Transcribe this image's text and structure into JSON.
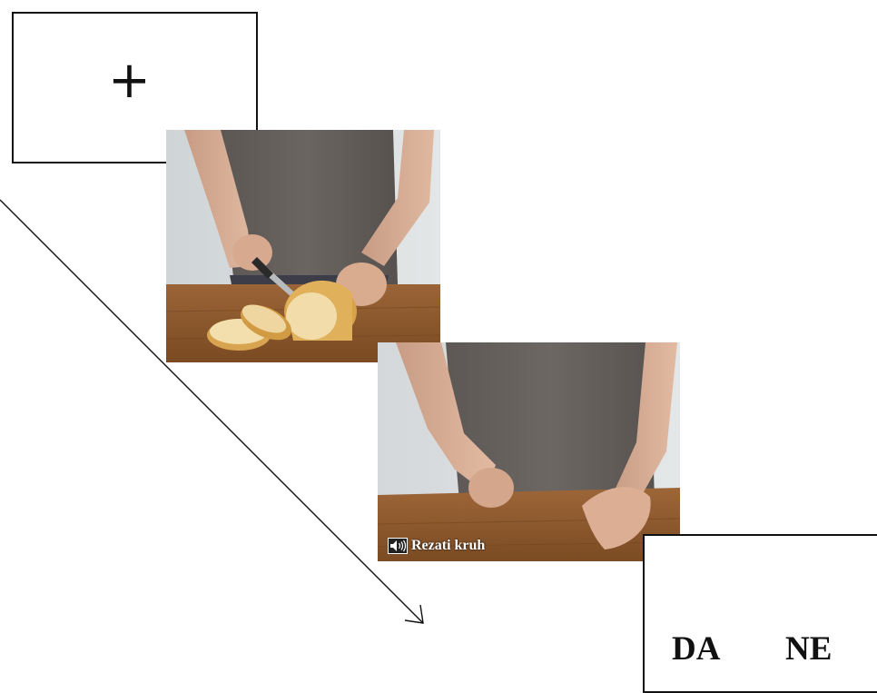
{
  "fixation": {
    "symbol": "+"
  },
  "stimulus": {
    "caption": "Rezati kruh",
    "icon": "speaker-icon"
  },
  "response": {
    "yes_label": "DA",
    "no_label": "NE"
  },
  "colors": {
    "frame": "#111111",
    "arrow": "#111111",
    "caption": "#ffffff"
  }
}
